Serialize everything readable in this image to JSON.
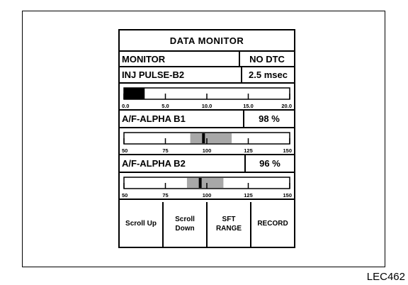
{
  "header": {
    "title": "DATA MONITOR"
  },
  "status_row": {
    "label": "MONITOR",
    "value": "NO DTC"
  },
  "inj_pulse": {
    "label": "INJ PULSE-B2",
    "value": "2.5 msec",
    "level": 2.5,
    "range": [
      0,
      20
    ],
    "ticks": [
      "0.0",
      "5.0",
      "10.0",
      "15.0",
      "20.0"
    ]
  },
  "af_alpha_b1": {
    "label": "A/F-ALPHA B1",
    "value": "98 %",
    "level": 98,
    "band": [
      90,
      115
    ],
    "range": [
      50,
      150
    ],
    "ticks": [
      "50",
      "75",
      "100",
      "125",
      "150"
    ]
  },
  "af_alpha_b2": {
    "label": "A/F-ALPHA B2",
    "value": "96 %",
    "level": 96,
    "band": [
      88,
      110
    ],
    "range": [
      50,
      150
    ],
    "ticks": [
      "50",
      "75",
      "100",
      "125",
      "150"
    ]
  },
  "buttons": {
    "scroll_up": "Scroll Up",
    "scroll_down": "Scroll\nDown",
    "sft_range": "SFT\nRANGE",
    "record": "RECORD"
  },
  "figure_code": "LEC462",
  "colors": {
    "ink": "#000000",
    "band_fill": "#a8a8a8",
    "background": "#ffffff"
  }
}
